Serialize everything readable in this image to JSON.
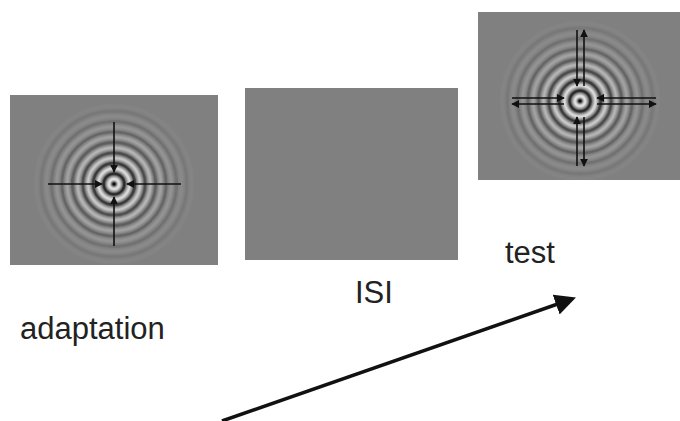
{
  "diagram": {
    "labels": [
      "adaptation",
      "ISI",
      "test"
    ]
  }
}
